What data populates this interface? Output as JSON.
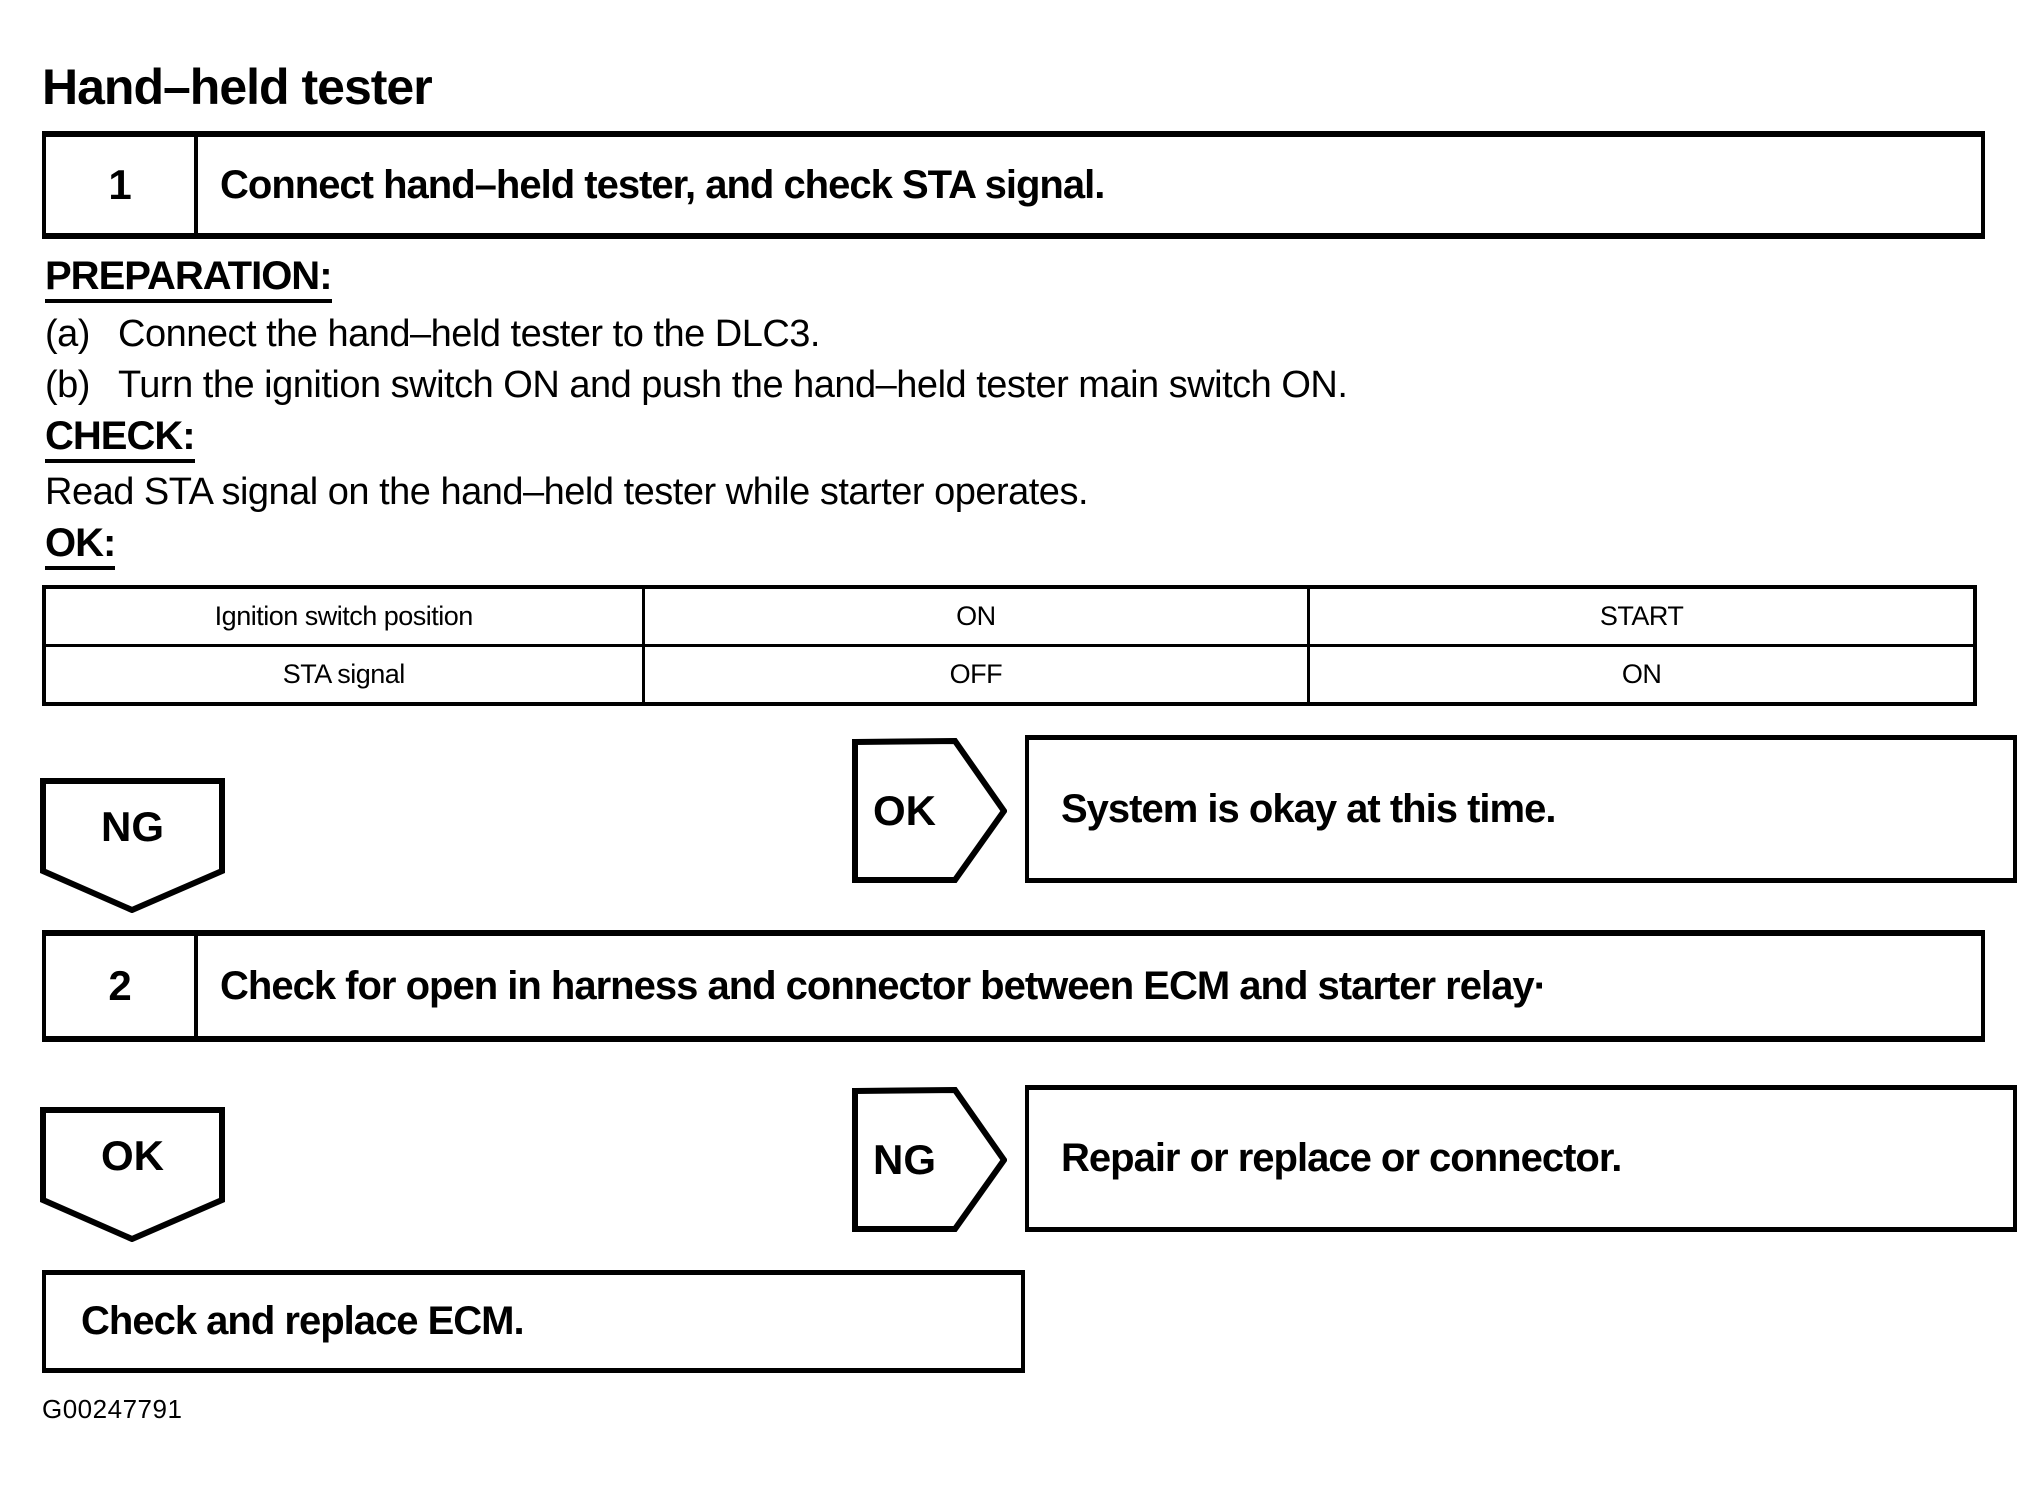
{
  "page": {
    "title": "Hand–held tester",
    "figure_code": "G00247791",
    "colors": {
      "ink": "#000000",
      "paper": "#ffffff"
    }
  },
  "step1": {
    "number": "1",
    "title": "Connect hand–held tester, and check STA signal.",
    "preparation": {
      "heading": "PREPARATION:",
      "items": [
        {
          "label": "(a)",
          "text": "Connect the hand–held tester to the DLC3."
        },
        {
          "label": "(b)",
          "text": "Turn the ignition switch ON and push the hand–held tester main switch ON."
        }
      ]
    },
    "check": {
      "heading": "CHECK:",
      "text": "Read STA signal on the hand–held tester while starter operates."
    },
    "ok_heading": "OK:",
    "result_table": {
      "rows": [
        [
          "Ignition switch position",
          "ON",
          "START"
        ],
        [
          "STA signal",
          "OFF",
          "ON"
        ]
      ]
    },
    "ng_label": "NG",
    "ok_label": "OK",
    "ok_result": "System is okay at this time."
  },
  "step2": {
    "number": "2",
    "title": "Check for open in harness and connector between ECM and starter relay·",
    "ok_label": "OK",
    "ng_label": "NG",
    "ng_result": "Repair or replace or connector.",
    "ok_result": "Check and replace ECM."
  }
}
